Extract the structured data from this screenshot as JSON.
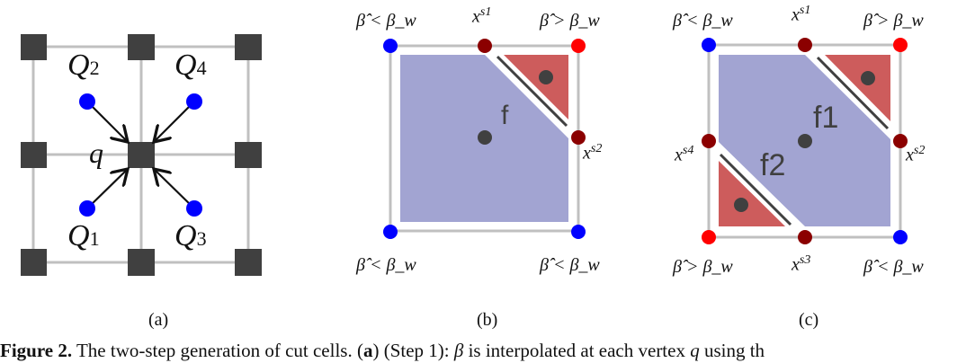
{
  "figure": {
    "panels": [
      {
        "id": "a",
        "label": "(a)",
        "node_labels": {
          "q": "q",
          "Q1": "Q",
          "Q1_sub": "1",
          "Q2": "Q",
          "Q2_sub": "2",
          "Q3": "Q",
          "Q3_sub": "3",
          "Q4": "Q",
          "Q4_sub": "4"
        }
      },
      {
        "id": "b",
        "label": "(b)",
        "corner_labels": {
          "top_left": "β̂ < β_w",
          "top_right": "β̂ > β_w",
          "bottom_left": "β̂ < β_w",
          "bottom_right": "β̂ < β_w"
        },
        "cut_points": {
          "s1": "s1",
          "s2": "s2"
        },
        "face_label": "f"
      },
      {
        "id": "c",
        "label": "(c)",
        "corner_labels": {
          "top_left": "β̂ < β_w",
          "top_right": "β̂ > β_w",
          "bottom_left": "β̂ > β_w",
          "bottom_right": "β̂ < β_w"
        },
        "cut_points": {
          "s1": "s1",
          "s2": "s2",
          "s3": "s3",
          "s4": "s4"
        },
        "face_labels": {
          "f1": "f1",
          "f2": "f2"
        }
      }
    ],
    "caption": {
      "prefix": "Figure 2.",
      "text_1": " The two-step generation of cut cells. (",
      "bold_a": "a",
      "text_2": ") (Step 1): ",
      "beta": "β",
      "text_3": " is interpolated at each vertex ",
      "q": "q",
      "text_4": " using th"
    },
    "colors": {
      "grid_line": "#c0c0c0",
      "node_dark": "#404040",
      "blue_point": "#0000ff",
      "red_point": "#ff0000",
      "dark_red_point": "#8b0000",
      "fluid_fill": "#a2a4d2",
      "solid_fill": "#cd5c5c"
    }
  }
}
